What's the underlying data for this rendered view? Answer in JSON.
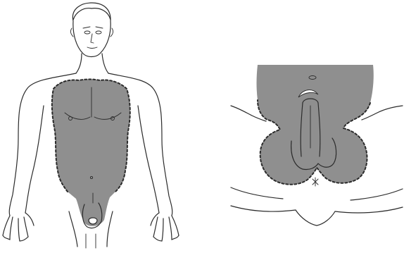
{
  "figure": {
    "panels": [
      {
        "view": "anterior-trunk"
      },
      {
        "view": "perineal-lithotomy"
      }
    ],
    "colors": {
      "shaded_region": "#8f8f8f",
      "line": "#2b2b2b",
      "background": "#ffffff"
    },
    "boundary_style": "dashed"
  }
}
